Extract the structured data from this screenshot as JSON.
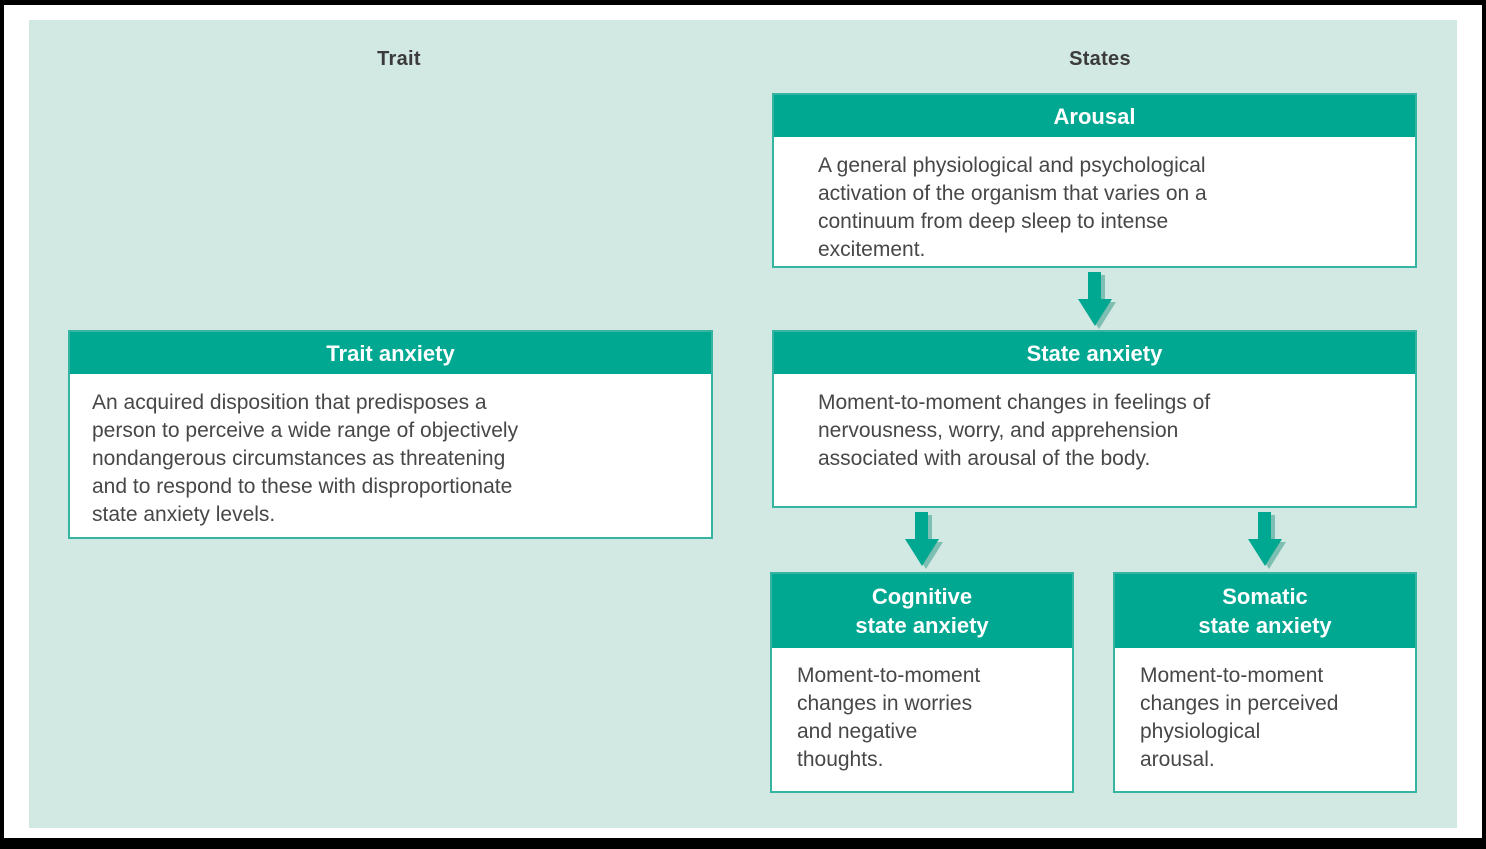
{
  "figure": {
    "description": "Flow diagram comparing trait and state anxiety",
    "colors": {
      "teal_header": "#00a892",
      "teal_border": "#35b4a2",
      "mint_background": "#d2e8e2",
      "body_text": "#474747",
      "header_text": "#ffffff",
      "frame": "#000000",
      "arrow": "#00a892",
      "arrow_shadow": "#7dbfb2"
    }
  },
  "columns": {
    "trait": {
      "label": "Trait"
    },
    "states": {
      "label": "States"
    }
  },
  "boxes": {
    "arousal": {
      "title": "Arousal",
      "body": "A general physiological and psychological\nactivation of the organism that varies on a\ncontinuum from deep sleep to intense\nexcitement."
    },
    "trait_anxiety": {
      "title": "Trait anxiety",
      "body": "An acquired disposition that predisposes a\nperson to perceive a wide range of objectively\nnondangerous circumstances as threatening\nand to respond to these with disproportionate\nstate anxiety levels."
    },
    "state_anxiety": {
      "title": "State anxiety",
      "body": "Moment-to-moment changes in feelings of\nnervousness, worry, and apprehension\nassociated with arousal of the body."
    },
    "cognitive_state_anxiety": {
      "title_line1": "Cognitive",
      "title_line2": "state anxiety",
      "body": "Moment-to-moment\nchanges in worries\nand negative\nthoughts."
    },
    "somatic_state_anxiety": {
      "title_line1": "Somatic",
      "title_line2": "state anxiety",
      "body": "Moment-to-moment\nchanges in perceived\nphysiological\narousal."
    }
  }
}
